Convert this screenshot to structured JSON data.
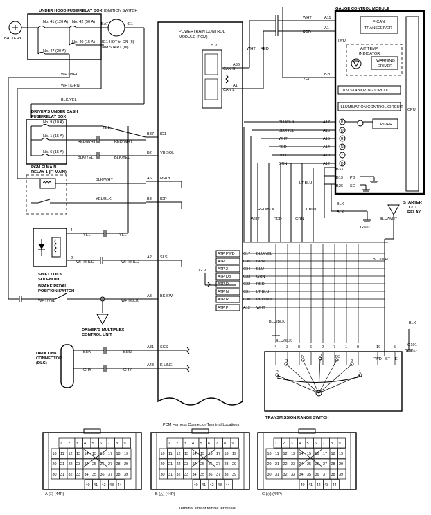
{
  "power": {
    "battery": "BATTERY"
  },
  "fuse_box": {
    "title": "UNDER HOOD FUSE/RELAY BOX",
    "f41": "No. 41 (120 A)",
    "f42": "No. 42 (50 A)",
    "f40": "No. 40 (15 A)",
    "f47": "No. 47 (20 A)"
  },
  "ignition": {
    "title": "IGNITION SWITCH",
    "bat": "BAT",
    "ig1": "IG1",
    "note1": "IG1 HOT in ON (II)",
    "note2": "and START (III)"
  },
  "pcm": {
    "title1": "POWERTRAIN CONTROL",
    "title2": "MODULE (PCM)",
    "v5": "5 V",
    "canh": "CAN H",
    "canl": "CAN L",
    "a36": "A36",
    "a1": "A1",
    "pins": [
      {
        "term": "B37",
        "sig": "IG1"
      },
      {
        "term": "B2",
        "sig": "VB SOL"
      },
      {
        "term": "A6",
        "sig": "MRLY"
      },
      {
        "term": "B3",
        "sig": "IGP"
      },
      {
        "term": "A2",
        "sig": "SLS"
      },
      {
        "term": "A8",
        "sig": "BK SW"
      },
      {
        "term": "A31",
        "sig": "SCS"
      },
      {
        "term": "A43",
        "sig": "K LINE"
      }
    ],
    "atp": [
      {
        "sig": "ATP FWD",
        "term": "C17",
        "wire": "BLU/YEL"
      },
      {
        "sig": "ATP 1",
        "term": "C35",
        "wire": "BRN"
      },
      {
        "sig": "ATP 2",
        "term": "C34",
        "wire": "BLU"
      },
      {
        "sig": "ATP D3",
        "term": "C33",
        "wire": "GRN"
      },
      {
        "sig": "ATP D",
        "term": "C32",
        "wire": "RED"
      },
      {
        "sig": "ATP N",
        "term": "C31",
        "wire": "LT BLU"
      },
      {
        "sig": "ATP R",
        "term": "C30",
        "wire": "RED/BLK"
      },
      {
        "sig": "ATP P",
        "term": "A12",
        "wire": "WHT"
      }
    ],
    "v12": "12 V"
  },
  "wires": {
    "wht_yel": "WHT/YEL",
    "wht_grn": "WHT/GRN",
    "blk_yel": "BLK/YEL",
    "yel": "YEL",
    "red_wht": "RED/WHT",
    "blk_yel2": "BLK/YEL",
    "blk_wht": "BLK/WHT",
    "yel_blk": "YEL/BLK",
    "wht_red": "WHT/RED",
    "wht_blk": "WHT/BLK",
    "brn": "BRN",
    "gry": "GRY",
    "wht": "WHT",
    "red": "RED",
    "blu_blk": "BLU/BLK",
    "blu_wht": "BLU/WHT",
    "blk": "BLK",
    "blu_blk2": "BLU/BLK"
  },
  "dash_box": {
    "title1": "DRIVER'S UNDER DASH",
    "title2": "FUSE/RELAY BOX",
    "f9": "No. 9 (10 A)",
    "f1": "No. 1 (15 A)",
    "f6": "No. 6 (15 A)"
  },
  "pgm": {
    "t1": "PGM FI MAIN",
    "t2": "RELAY 1 (FI MAIN)"
  },
  "shift_lock": {
    "t1": "SHIFT LOCK",
    "t2": "SOLENOID",
    "p1": "1",
    "p2": "2"
  },
  "brake": {
    "t1": "BRAKE PEDAL",
    "t2": "POSITION SWITCH"
  },
  "mux": {
    "t1": "DRIVER'S MULTIPLEX",
    "t2": "CONTROL UNIT"
  },
  "dlc": {
    "t1": "DATA LINK",
    "t2": "CONNECTOR",
    "t3": "(DLC)"
  },
  "gauge": {
    "title": "GAUGE CONTROL MODULE",
    "a11": "A11",
    "a1": "A1",
    "b20": "B20",
    "fcan1": "F-CAN",
    "fcan2": "TRANSCEIVER",
    "iwd": "IWD",
    "atf1": "A/T TEMP",
    "atf2": "INDICATOR",
    "warn1": "WARNING",
    "warn2": "DRIVER",
    "stab": "10 V STABILIZING CIRCUIT",
    "illum": "ILLUMINATION CONTROL CIRCUIT",
    "cpu": "CPU",
    "driver": "DRIVER",
    "inputs": [
      {
        "wire": "BLU/BLK",
        "term": "A17",
        "sym": "P"
      },
      {
        "wire": "BLU/YEL",
        "term": "A16",
        "sym": "D"
      },
      {
        "wire": "WHT",
        "term": "A15",
        "sym": "R"
      },
      {
        "wire": "RED",
        "term": "A14",
        "sym": "N"
      },
      {
        "wire": "BLU",
        "term": "A13",
        "sym": "2"
      },
      {
        "wire": "GRN",
        "term": "A12",
        "sym": "D"
      }
    ],
    "b33": "B33",
    "b19": "B19",
    "b26": "B26",
    "pg": "PG",
    "sg": "SG",
    "lt_blu": "LT BLU",
    "red_blk": "RED/BLK",
    "g502": "G502"
  },
  "starter": {
    "t1": "STARTER",
    "t2": "CUT",
    "t3": "RELAY"
  },
  "trs": {
    "title": "TRANSMISSION RANGE SWITCH",
    "pins": [
      "4",
      "3",
      "8",
      "6",
      "2",
      "7",
      "1",
      "9",
      "10",
      "5"
    ],
    "pos": [
      "P",
      "R",
      "N",
      "D",
      "D3",
      "2",
      "1"
    ],
    "fwd": "FWD",
    "st": "ST",
    "e": "E",
    "g101": "G101",
    "g102": "G102"
  },
  "connectors": {
    "title": "PCM Harness Connector Terminal Locations",
    "footer": "Terminal side of female terminals",
    "a_label": "A (□) (44P)",
    "b_label": "B (△) (44P)",
    "c_label": "C (◇) (44P)",
    "a_rows": [
      [
        "1",
        "2",
        "3",
        "4",
        "5",
        "6",
        "7",
        "8",
        "9"
      ],
      [
        "10",
        "11",
        "12",
        "13",
        "14",
        "15",
        "16",
        "17",
        "18",
        "19"
      ],
      [
        "20",
        "21",
        "22",
        "23",
        "24",
        "25",
        "26",
        "27",
        "28",
        "29"
      ],
      [
        "30",
        "31",
        "32",
        "33",
        "34",
        "35",
        "36",
        "37",
        "38",
        "39"
      ],
      [
        "40",
        "41",
        "42",
        "43",
        "44"
      ]
    ],
    "b_rows": [
      [
        "1",
        "2",
        "3",
        "4",
        "5",
        "6",
        "7",
        "8",
        "9"
      ],
      [
        "10",
        "11",
        "12",
        "13",
        "14",
        "15",
        "16",
        "17",
        "18",
        "19"
      ],
      [
        "20",
        "21",
        "22",
        "23",
        "24",
        "25",
        "26",
        "27",
        "28",
        "29"
      ],
      [
        "30",
        "31",
        "32",
        "33",
        "34",
        "35",
        "36",
        "37",
        "38",
        "39"
      ],
      [
        "40",
        "41",
        "42",
        "43",
        "44"
      ]
    ],
    "c_rows": [
      [
        "1",
        "2",
        "3",
        "4",
        "5",
        "6",
        "7",
        "8",
        "9"
      ],
      [
        "10",
        "11",
        "12",
        "13",
        "14",
        "15",
        "16",
        "17",
        "18",
        "19"
      ],
      [
        "20",
        "21",
        "22",
        "23",
        "24",
        "25",
        "26",
        "27",
        "28",
        "29"
      ],
      [
        "30",
        "31",
        "32",
        "33",
        "34",
        "35",
        "36",
        "37",
        "38",
        "39"
      ],
      [
        "40",
        "41",
        "42",
        "43",
        "44"
      ]
    ]
  }
}
